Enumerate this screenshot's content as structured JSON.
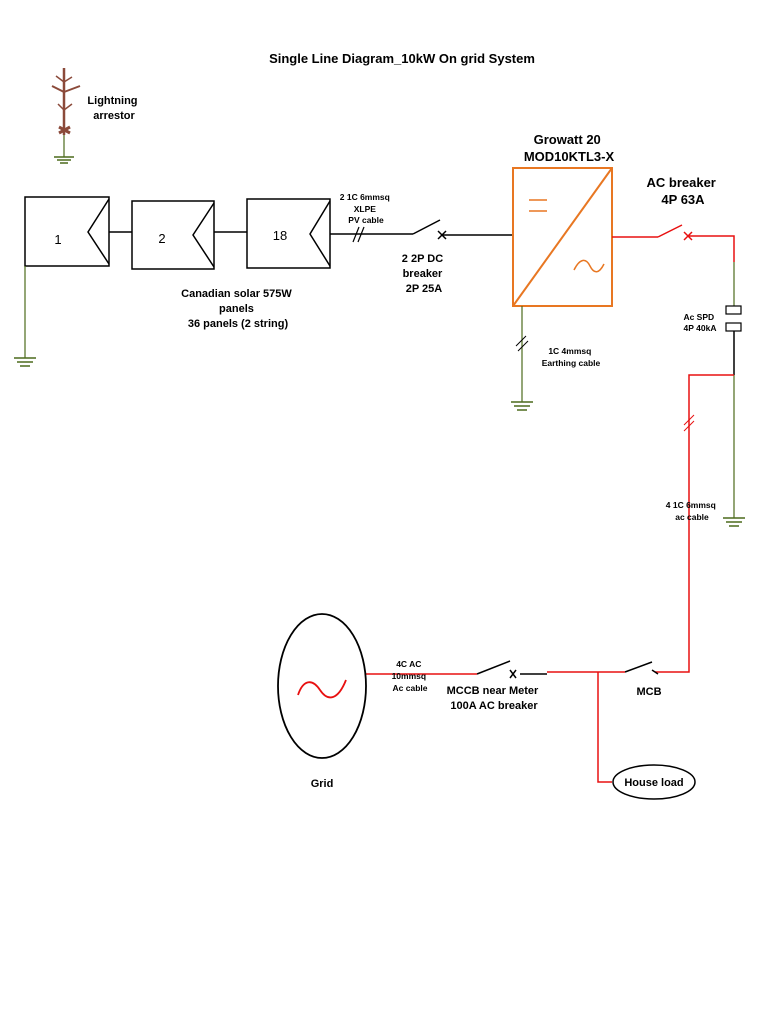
{
  "title": "Single Line Diagram_10kW On grid System",
  "colors": {
    "dc_wire": "#000000",
    "ac_wire": "#e81010",
    "earth": "#4c6a1c",
    "inverter": "#e87722",
    "arrestor": "#8b4a3a"
  },
  "lightning_arrestor": [
    "Lightning",
    "arrestor"
  ],
  "panels": [
    "1",
    "2",
    "18"
  ],
  "pv_cable": [
    "2 1C 6mmsq",
    "XLPE",
    "PV cable"
  ],
  "dc_breaker": [
    "2 2P DC",
    "breaker",
    "2P 25A"
  ],
  "panel_info": [
    "Canadian solar 575W",
    "panels",
    "36 panels (2 string)"
  ],
  "inverter": [
    "Growatt 20",
    "MOD10KTL3-X"
  ],
  "earthing_cable": [
    "1C 4mmsq",
    "Earthing cable"
  ],
  "ac_breaker": [
    "AC breaker",
    "4P 63A"
  ],
  "ac_spd": [
    "Ac SPD",
    "4P 40kA"
  ],
  "ac_cable": [
    "4 1C 6mmsq",
    "ac cable"
  ],
  "grid_cable": [
    "4C AC",
    "10mmsq",
    "Ac cable"
  ],
  "mccb": [
    "MCCB near Meter",
    "100A AC breaker"
  ],
  "mcb": "MCB",
  "grid": "Grid",
  "house_load": "House load"
}
